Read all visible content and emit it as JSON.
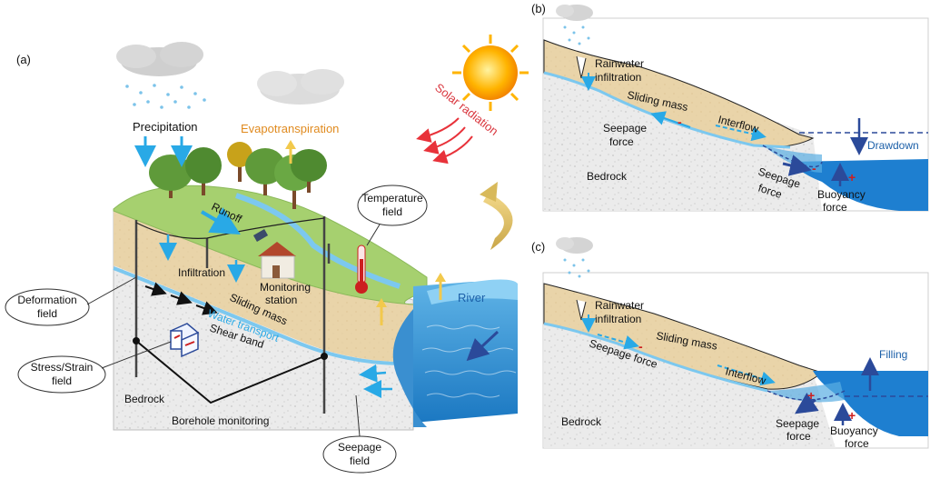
{
  "panels": {
    "a": {
      "tag": "(a)",
      "precipitation": "Precipitation",
      "evapotranspiration": "Evapotranspiration",
      "solar_radiation": "Solar radiation",
      "temperature_field": [
        "Temperature",
        "field"
      ],
      "runoff": "Runoff",
      "infiltration": "Infiltration",
      "monitoring_station": [
        "Monitoring",
        "station"
      ],
      "river": "River",
      "deformation_field": [
        "Deformation",
        "field"
      ],
      "sliding_mass": "Sliding mass",
      "water_transport": "Water transport",
      "shear_band": "Shear band",
      "stress_strain_field": [
        "Stress/Strain",
        "field"
      ],
      "bedrock": "Bedrock",
      "borehole_monitoring": "Borehole monitoring",
      "seepage_field": [
        "Seepage",
        "field"
      ]
    },
    "b": {
      "tag": "(b)",
      "rainwater_infiltration": [
        "Rainwater",
        "infiltration"
      ],
      "sliding_mass": "Sliding mass",
      "seepage_force_left": [
        "Seepage",
        "force"
      ],
      "interflow": "Interflow",
      "drawdown": "Drawdown",
      "bedrock": "Bedrock",
      "seepage_force_right": [
        "Seepage",
        "force"
      ],
      "buoyancy_force": [
        "Buoyancy",
        "force"
      ],
      "sign_left": "-",
      "sign_mid": "-",
      "sign_right": "+"
    },
    "c": {
      "tag": "(c)",
      "rainwater_infiltration": [
        "Rainwater",
        "infiltration"
      ],
      "sliding_mass": "Sliding mass",
      "seepage_force_left": "Seepage force",
      "interflow": "Interflow",
      "filling": "Filling",
      "bedrock": "Bedrock",
      "seepage_force_right": [
        "Seepage",
        "force"
      ],
      "buoyancy_force": [
        "Buoyancy",
        "force"
      ],
      "sign_left": "-",
      "sign_mid": "+",
      "sign_right": "+"
    }
  },
  "colors": {
    "water_blue": "#2f95d8",
    "arrow_cyan": "#29a9e6",
    "sliding_mass": "#e7d2a8",
    "bedrock": "#ececec",
    "grass": "#9ccc6a",
    "evapo": "#e08a1e",
    "solar": "#d9363e",
    "sign_red": "#cc1f1f",
    "force_arrow": "#2b4a9a"
  }
}
